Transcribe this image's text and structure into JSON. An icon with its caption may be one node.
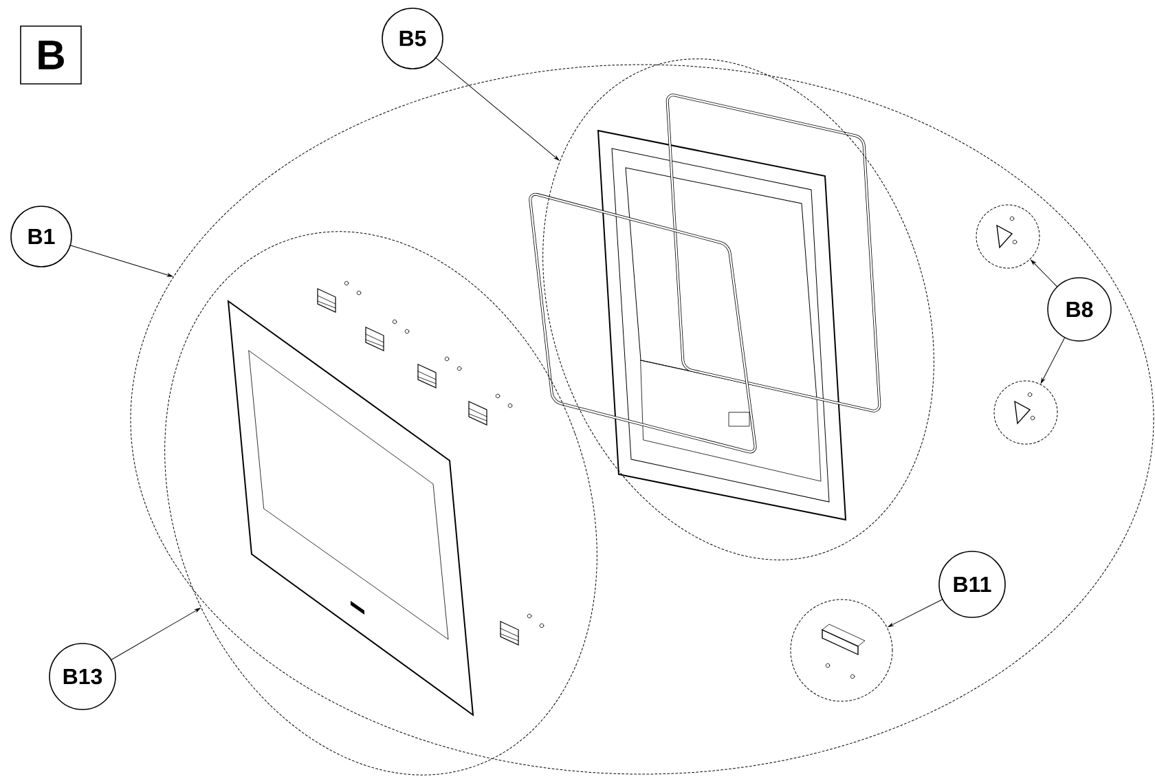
{
  "diagram": {
    "nodes": [
      {
        "text": [
          "B"
        ]
      },
      {
        "text": [],
        "shape": "ellipse"
      },
      {
        "text": [],
        "shape": "ellipse",
        "in": 1
      },
      {
        "text": [],
        "shape": "ellipse",
        "in": 1
      },
      {
        "text": [],
        "shape": "circle",
        "in": 1
      },
      {
        "text": [],
        "shape": "circle",
        "in": 1
      },
      {
        "text": [],
        "shape": "circle",
        "in": 1
      },
      {
        "text": [
          "B1"
        ]
      },
      {
        "text": [
          "B5"
        ]
      },
      {
        "text": [
          "B8"
        ],
        "in": 1
      },
      {
        "text": [
          "B11"
        ],
        "in": 1
      },
      {
        "text": [
          "B13"
        ]
      }
    ],
    "edges": [
      {
        "from": 7,
        "to": 1,
        "arrow": "to"
      },
      {
        "from": 8,
        "to": 3,
        "arrow": "to"
      },
      {
        "from": 9,
        "to": 4,
        "arrow": "to"
      },
      {
        "from": 9,
        "to": 5,
        "arrow": "to"
      },
      {
        "from": 10,
        "to": 6,
        "arrow": "to"
      },
      {
        "from": 11,
        "to": 2,
        "arrow": "to"
      }
    ]
  }
}
